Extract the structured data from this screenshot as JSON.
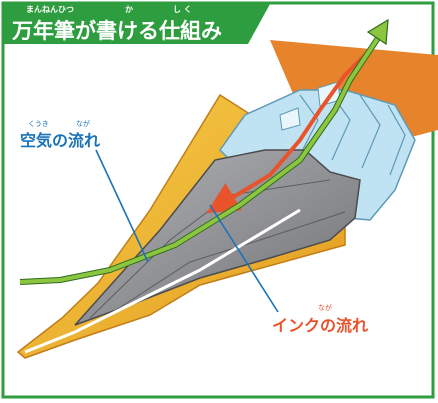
{
  "title": {
    "text": "万年筆が書ける仕組み",
    "ruby_mannenhitsu": "まんねんひつ",
    "ruby_ka": "か",
    "ruby_shiku": "し く"
  },
  "labels": {
    "air_flow": "空気の流れ",
    "air_flow_ruby_kuuki": "くうき",
    "air_flow_ruby_naga": "なが",
    "ink_flow": "インクの流れ",
    "ink_flow_ruby_naga": "なが"
  },
  "colors": {
    "frame_green": "#2e9d3f",
    "title_bg": "#2e9d3f",
    "barrel_orange": "#e7832b",
    "nib_gold": "#efb52a",
    "feed_blue": "#bfe3f2",
    "nib_gray": "#8f9094",
    "air_arrow": "#8cc63f",
    "ink_arrow": "#e8532b",
    "pointer_blue": "#1a73b8",
    "air_label": "#1a73b8",
    "ink_label": "#e8532b"
  }
}
